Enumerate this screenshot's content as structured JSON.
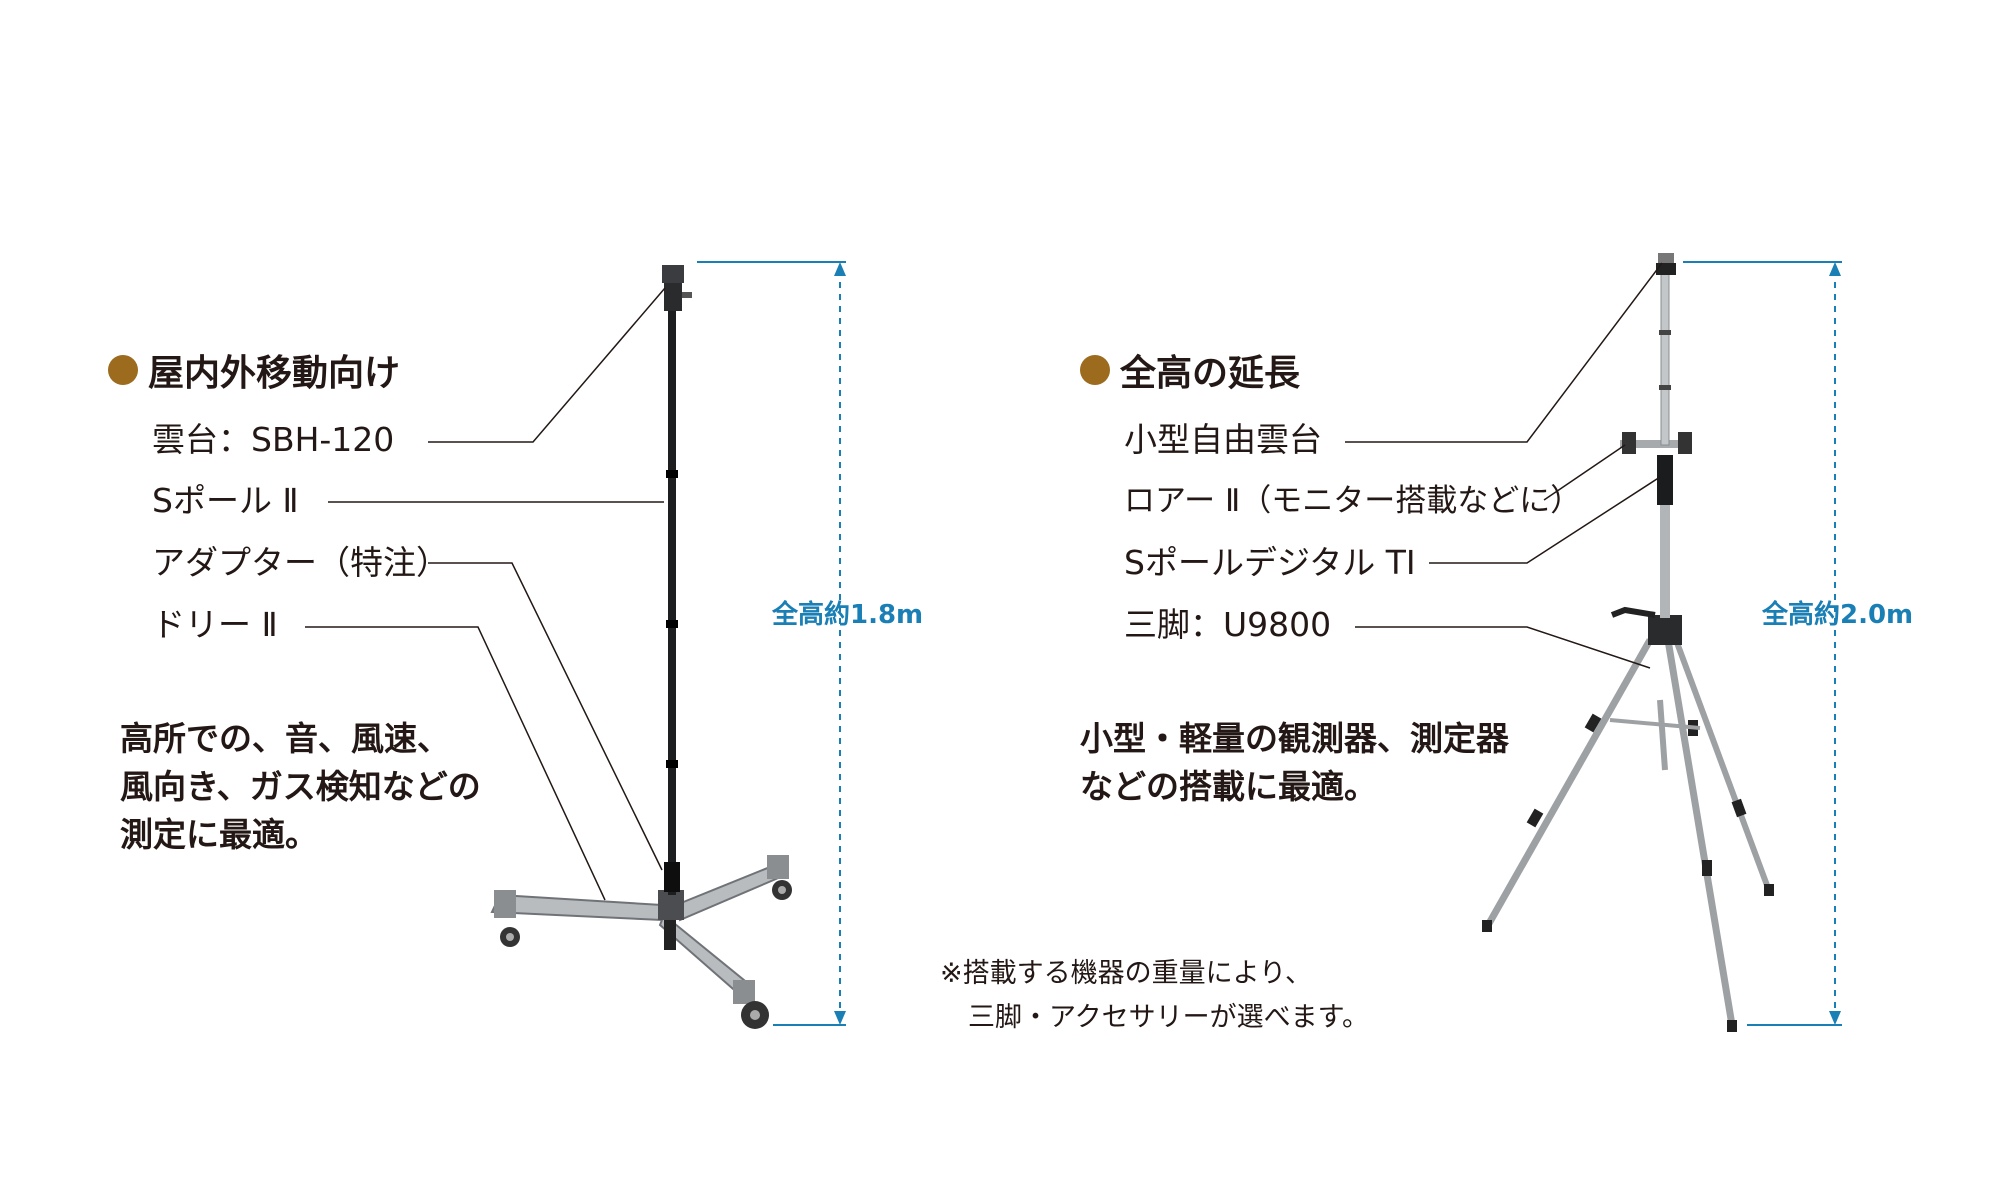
{
  "left": {
    "heading": "屋内外移動向け",
    "labels": [
      "雲台：SBH-120",
      "Sポール Ⅱ",
      "アダプター（特注）",
      "ドリー Ⅱ"
    ],
    "description": [
      "高所での、音、風速、",
      "風向き、ガス検知などの",
      "測定に最適。"
    ],
    "height": "全高約1.8m"
  },
  "right": {
    "heading": "全高の延長",
    "labels": [
      "小型自由雲台",
      "ロアー Ⅱ（モニター搭載などに）",
      "Sポールデジタル TI",
      "三脚：U9800"
    ],
    "description": [
      "小型・軽量の観測器、測定器",
      "などの搭載に最適。"
    ],
    "height": "全高約2.0m"
  },
  "note": [
    "※搭載する機器の重量により、",
    "三脚・アクセサリーが選べます。"
  ],
  "colors": {
    "bullet": "#9c6b1e",
    "dimension": "#1a7fb5",
    "text": "#231815"
  }
}
